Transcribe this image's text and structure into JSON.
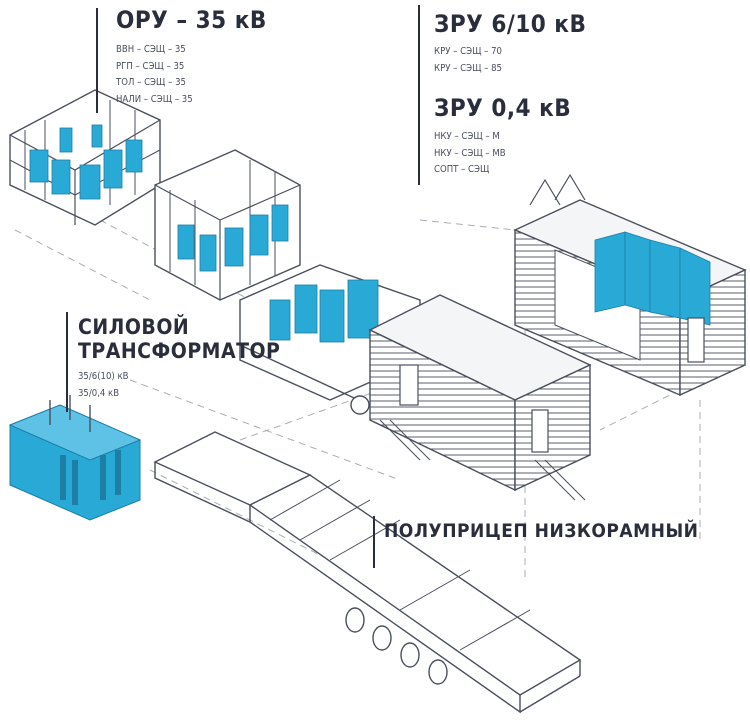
{
  "colors": {
    "equipment_blue": "#29a9d6",
    "equipment_blue_dark": "#1d7ea6",
    "line_art": "#4a4f5c",
    "dash_lines": "#a9adb6",
    "text": "#2a2e3c"
  },
  "oru": {
    "title": "ОРУ – 35 кВ",
    "items": [
      "ВВН – СЭЩ – 35",
      "РГП – СЭЩ – 35",
      "ТОЛ – СЭЩ – 35",
      "НАЛИ – СЭЩ – 35"
    ]
  },
  "zru_6_10": {
    "title": "ЗРУ 6/10 кВ",
    "items": [
      "КРУ – СЭЩ – 70",
      "КРУ – СЭЩ – 85"
    ]
  },
  "zru_04": {
    "title": "ЗРУ 0,4 кВ",
    "items": [
      "НКУ – СЭЩ – М",
      "НКУ – СЭЩ – МВ",
      "СОПТ – СЭЩ"
    ]
  },
  "transformer": {
    "title_line1": "СИЛОВОЙ",
    "title_line2": "ТРАНСФОРМАТОР",
    "items": [
      "35/6(10) кВ",
      "35/0,4 кВ"
    ]
  },
  "trailer": {
    "title": "ПОЛУПРИЦЕП НИЗКОРАМНЫЙ"
  }
}
